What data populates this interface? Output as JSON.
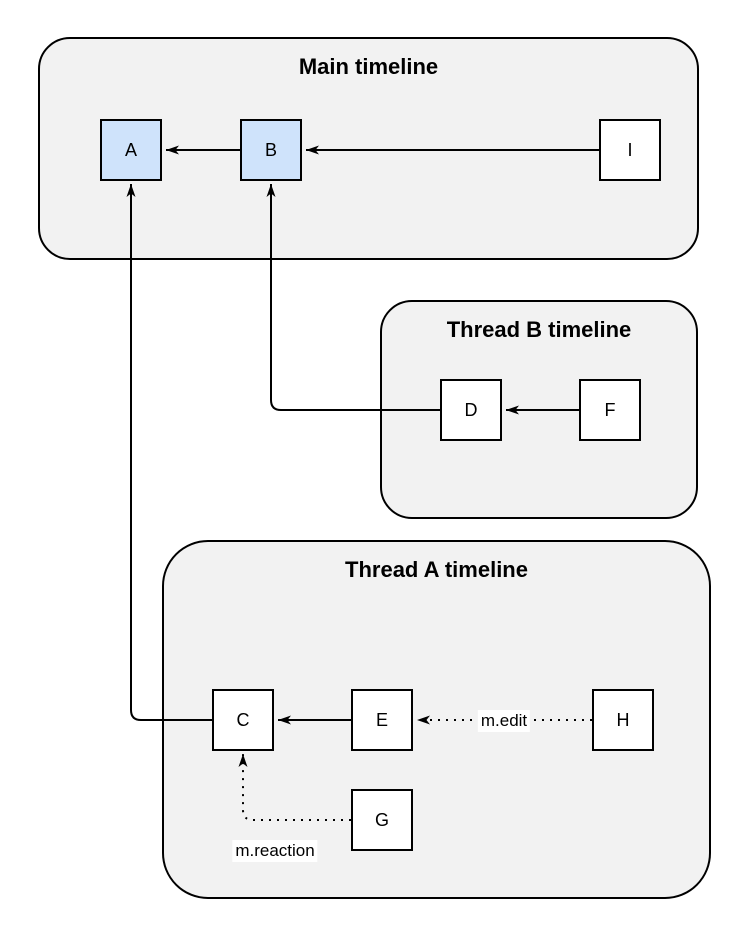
{
  "diagram": {
    "type": "event-graph",
    "timelines": [
      {
        "id": "main",
        "title": "Main timeline"
      },
      {
        "id": "thread-b",
        "title": "Thread B timeline"
      },
      {
        "id": "thread-a",
        "title": "Thread A timeline"
      }
    ],
    "nodes": [
      {
        "id": "A",
        "label": "A",
        "timeline": "main",
        "highlighted": true
      },
      {
        "id": "B",
        "label": "B",
        "timeline": "main",
        "highlighted": true
      },
      {
        "id": "I",
        "label": "I",
        "timeline": "main",
        "highlighted": false
      },
      {
        "id": "D",
        "label": "D",
        "timeline": "thread-b",
        "highlighted": false
      },
      {
        "id": "F",
        "label": "F",
        "timeline": "thread-b",
        "highlighted": false
      },
      {
        "id": "C",
        "label": "C",
        "timeline": "thread-a",
        "highlighted": false
      },
      {
        "id": "E",
        "label": "E",
        "timeline": "thread-a",
        "highlighted": false
      },
      {
        "id": "H",
        "label": "H",
        "timeline": "thread-a",
        "highlighted": false
      },
      {
        "id": "G",
        "label": "G",
        "timeline": "thread-a",
        "highlighted": false
      }
    ],
    "edges": [
      {
        "from": "B",
        "to": "A",
        "style": "solid",
        "label": ""
      },
      {
        "from": "I",
        "to": "B",
        "style": "solid",
        "label": ""
      },
      {
        "from": "D",
        "to": "B",
        "style": "solid",
        "label": ""
      },
      {
        "from": "F",
        "to": "D",
        "style": "solid",
        "label": ""
      },
      {
        "from": "C",
        "to": "A",
        "style": "solid",
        "label": ""
      },
      {
        "from": "E",
        "to": "C",
        "style": "solid",
        "label": ""
      },
      {
        "from": "H",
        "to": "E",
        "style": "dotted",
        "label": "m.edit"
      },
      {
        "from": "G",
        "to": "C",
        "style": "dotted",
        "label": "m.reaction"
      }
    ],
    "colors": {
      "timeline_fill": "#f2f2f2",
      "node_fill": "#ffffff",
      "highlight_fill": "#cfe3fb",
      "stroke": "#000000"
    }
  }
}
